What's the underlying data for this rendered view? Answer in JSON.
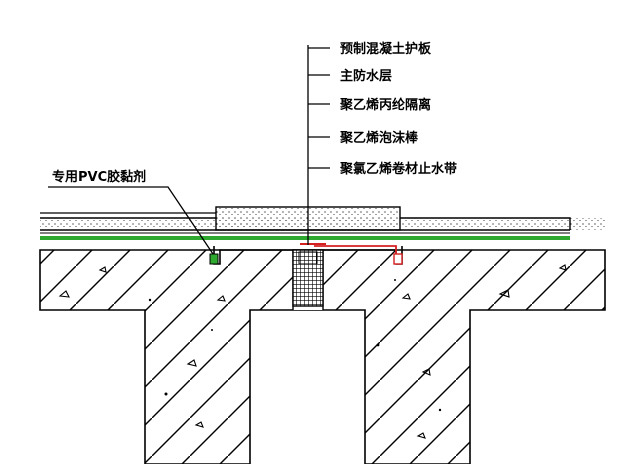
{
  "labels": {
    "precast_slab": "预制混凝土护板",
    "main_waterproof": "主防水层",
    "pp_isolation": "聚乙烯丙纶隔离",
    "pe_foam_rod": "聚乙烯泡沫棒",
    "pvc_waterstop": "聚氯乙烯卷材止水带",
    "pvc_adhesive": "专用PVC胶黏剂"
  },
  "colors": {
    "line": "#000000",
    "waterproof_green": "#2ea82e",
    "waterstop_red": "#d42020",
    "background": "#ffffff"
  }
}
